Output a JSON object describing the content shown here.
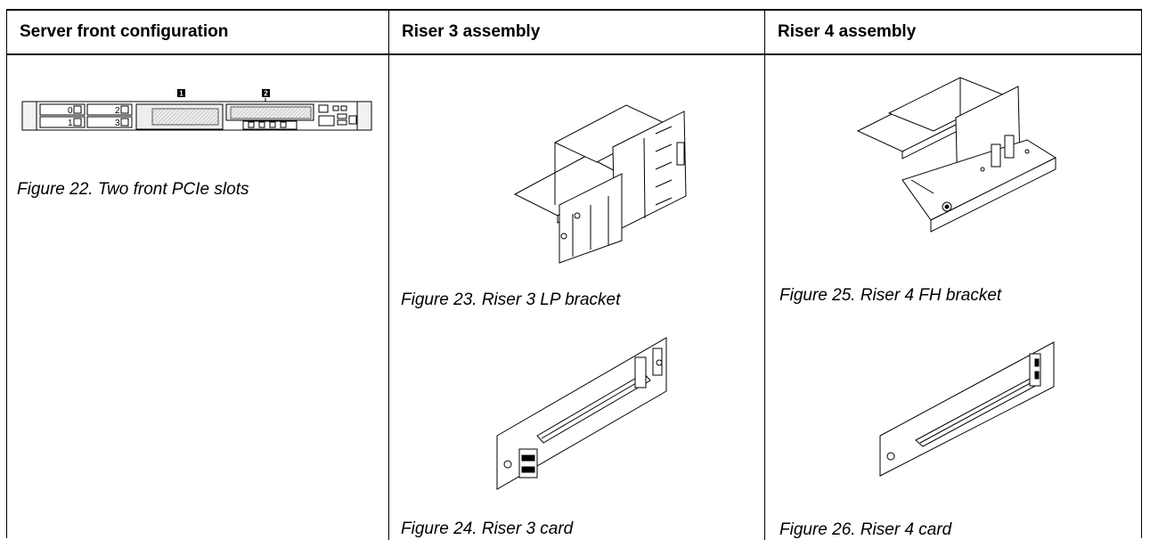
{
  "headers": {
    "col1": "Server front configuration",
    "col2": "Riser 3 assembly",
    "col3": "Riser 4 assembly"
  },
  "figures": {
    "fig22": "Figure 22. Two front PCIe slots",
    "fig23": "Figure 23. Riser 3 LP bracket",
    "fig24": "Figure 24. Riser 3 card",
    "fig25": "Figure 25. Riser 4 FH bracket",
    "fig26": "Figure 26. Riser 4 card"
  },
  "callouts": {
    "c1": "1",
    "c2": "2"
  },
  "bay_labels": [
    "0",
    "1",
    "2",
    "3"
  ]
}
